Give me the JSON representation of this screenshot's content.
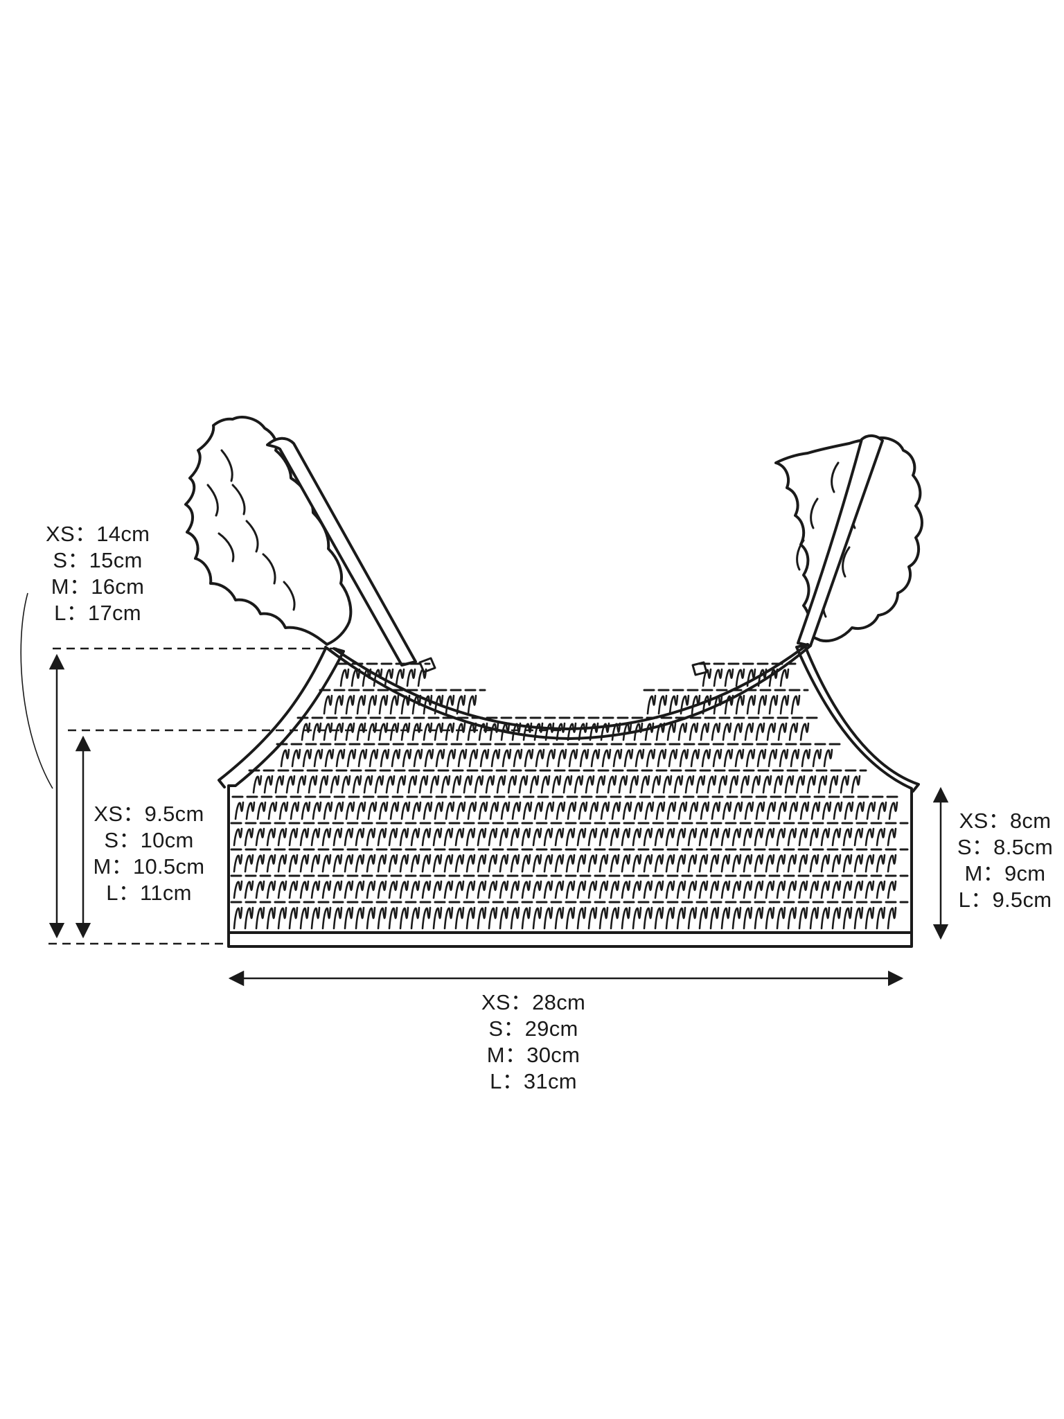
{
  "colors": {
    "line": "#1a1a1a",
    "background": "#ffffff"
  },
  "measurements": {
    "overall_height": {
      "rows": [
        "XS：14cm",
        "S：15cm",
        "M：16cm",
        "L：17cm"
      ]
    },
    "front_height": {
      "rows": [
        "XS：9.5cm",
        "S：10cm",
        "M：10.5cm",
        "L：11cm"
      ]
    },
    "side_height": {
      "rows": [
        "XS：8cm",
        "S：8.5cm",
        "M：9cm",
        "L：9.5cm"
      ]
    },
    "width": {
      "rows": [
        "XS：28cm",
        "S：29cm",
        "M：30cm",
        "L：31cm"
      ]
    }
  }
}
